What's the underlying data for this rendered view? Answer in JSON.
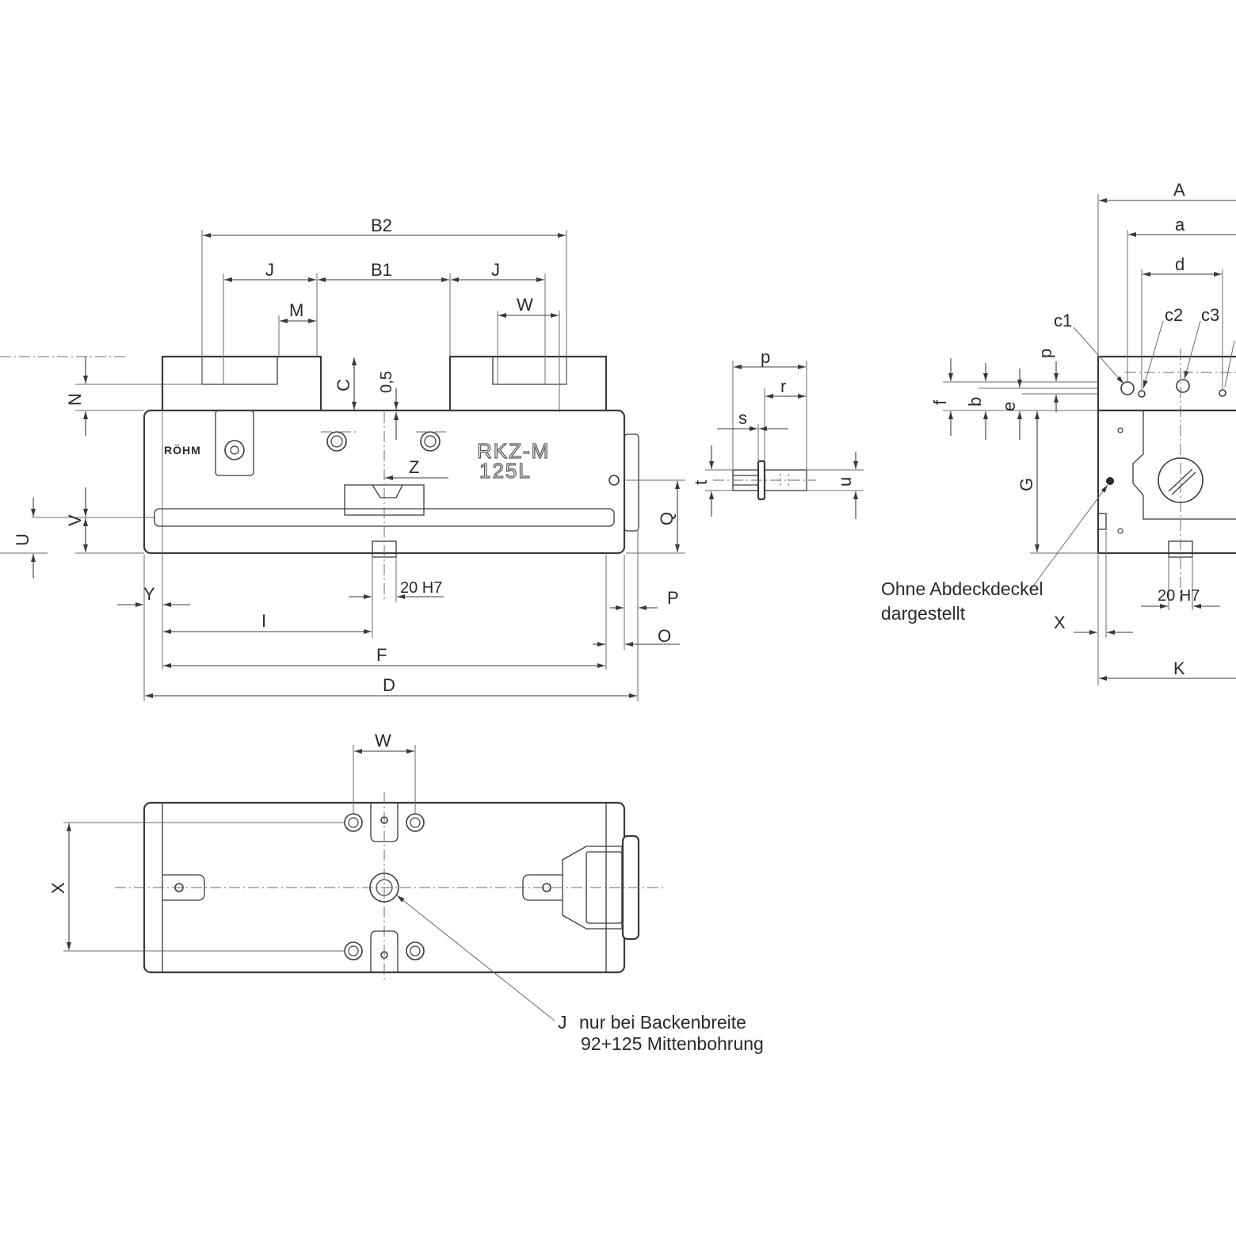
{
  "labels": {
    "B2": "B2",
    "J_left": "J",
    "B1": "B1",
    "J_right": "J",
    "M": "M",
    "W_top": "W",
    "N": "N",
    "C": "C",
    "gap": "0,5",
    "Z": "Z",
    "V": "V",
    "U": "U",
    "Q": "Q",
    "Y": "Y",
    "fit_front": "20 H7",
    "I": "I",
    "F": "F",
    "D": "D",
    "P": "P",
    "O": "O",
    "pin_p": "p",
    "pin_r": "r",
    "pin_s": "s",
    "pin_t": "t",
    "pin_u": "u",
    "A": "A",
    "a": "a",
    "d": "d",
    "c1": "c1",
    "c2": "c2",
    "c3": "c3",
    "side_p": "p",
    "f": "f",
    "b": "b",
    "e": "e",
    "G": "G",
    "fit_side": "20 H7",
    "X_side": "X",
    "K": "K",
    "W_plan": "W",
    "X_plan": "X",
    "J_note_ref": "J"
  },
  "notes": {
    "side_line1": "Ohne Abdeckdeckel",
    "side_line2": "dargestellt",
    "plan_line1": "nur bei Backenbreite",
    "plan_line2": "92+125 Mittenbohrung"
  },
  "marking": {
    "brand": "RÖHM",
    "model_line1": "RKZ-M",
    "model_line2": "125L"
  }
}
